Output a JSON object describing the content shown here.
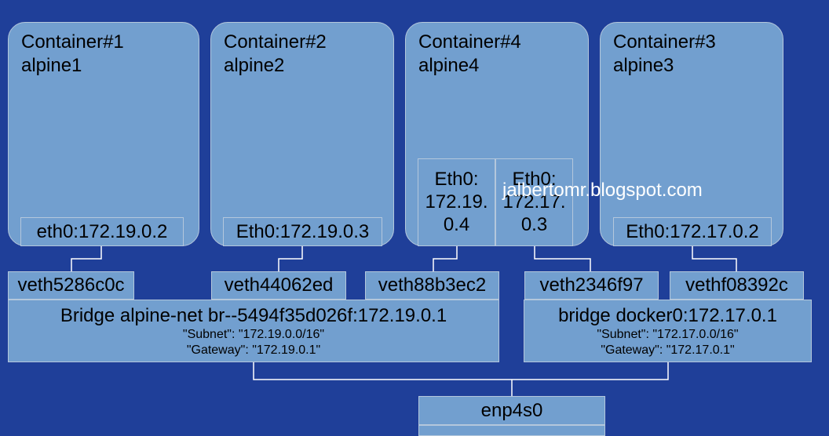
{
  "containers": [
    {
      "title": "Container#1",
      "name": "alpine1",
      "eth": "eth0:172.19.0.2"
    },
    {
      "title": "Container#2",
      "name": "alpine2",
      "eth": "Eth0:172.19.0.3"
    },
    {
      "title": "Container#4",
      "name": "alpine4",
      "eth_a": [
        "Eth0:",
        "172.19.",
        "0.4"
      ],
      "eth_b": [
        "Eth0:",
        "172.17.",
        "0.3"
      ]
    },
    {
      "title": "Container#3",
      "name": "alpine3",
      "eth": "Eth0:172.17.0.2"
    }
  ],
  "veths": [
    "veth5286c0c",
    "veth44062ed",
    "veth88b3ec2",
    "veth2346f97",
    "vethf08392c"
  ],
  "bridges": [
    {
      "title": "Bridge alpine-net br--5494f35d026f:172.19.0.1",
      "subnet": "\"Subnet\": \"172.19.0.0/16\"",
      "gateway": "\"Gateway\": \"172.19.0.1\""
    },
    {
      "title": "bridge docker0:172.17.0.1",
      "subnet": "\"Subnet\": \"172.17.0.0/16\"",
      "gateway": "\"Gateway\": \"172.17.0.1\""
    }
  ],
  "host_iface": "enp4s0",
  "watermark": "jalbertomr.blogspot.com",
  "colors": {
    "background": "#1f3f99",
    "box": "#729fcf",
    "border": "#b4c7dc",
    "wire": "#ffffff"
  }
}
